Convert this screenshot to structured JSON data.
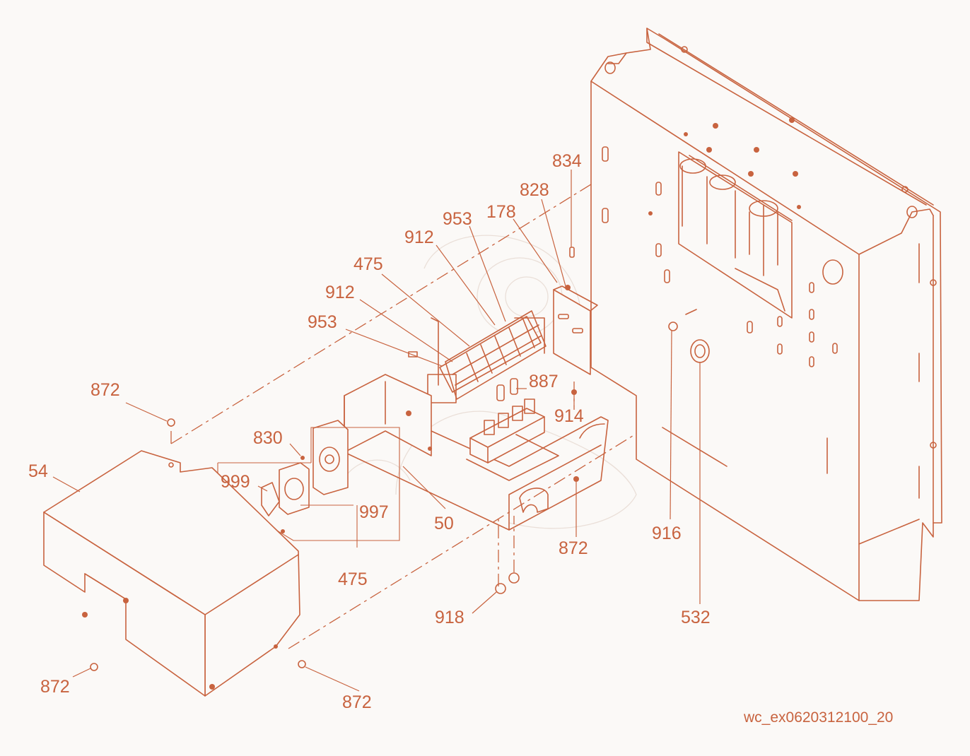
{
  "colors": {
    "line": "#c8633f",
    "background": "#fbf9f7"
  },
  "reference_code": "wc_ex0620312100_20",
  "callouts": [
    {
      "id": "c-834",
      "text": "834"
    },
    {
      "id": "c-828",
      "text": "828"
    },
    {
      "id": "c-178",
      "text": "178"
    },
    {
      "id": "c-953a",
      "text": "953"
    },
    {
      "id": "c-912a",
      "text": "912"
    },
    {
      "id": "c-475a",
      "text": "475"
    },
    {
      "id": "c-912b",
      "text": "912"
    },
    {
      "id": "c-953b",
      "text": "953"
    },
    {
      "id": "c-887",
      "text": "887"
    },
    {
      "id": "c-914",
      "text": "914"
    },
    {
      "id": "c-872a",
      "text": "872"
    },
    {
      "id": "c-830",
      "text": "830"
    },
    {
      "id": "c-54",
      "text": "54"
    },
    {
      "id": "c-999",
      "text": "999"
    },
    {
      "id": "c-997",
      "text": "997"
    },
    {
      "id": "c-50",
      "text": "50"
    },
    {
      "id": "c-475b",
      "text": "475"
    },
    {
      "id": "c-872b",
      "text": "872"
    },
    {
      "id": "c-916",
      "text": "916"
    },
    {
      "id": "c-918",
      "text": "918"
    },
    {
      "id": "c-532",
      "text": "532"
    },
    {
      "id": "c-872c",
      "text": "872"
    },
    {
      "id": "c-872d",
      "text": "872"
    }
  ]
}
